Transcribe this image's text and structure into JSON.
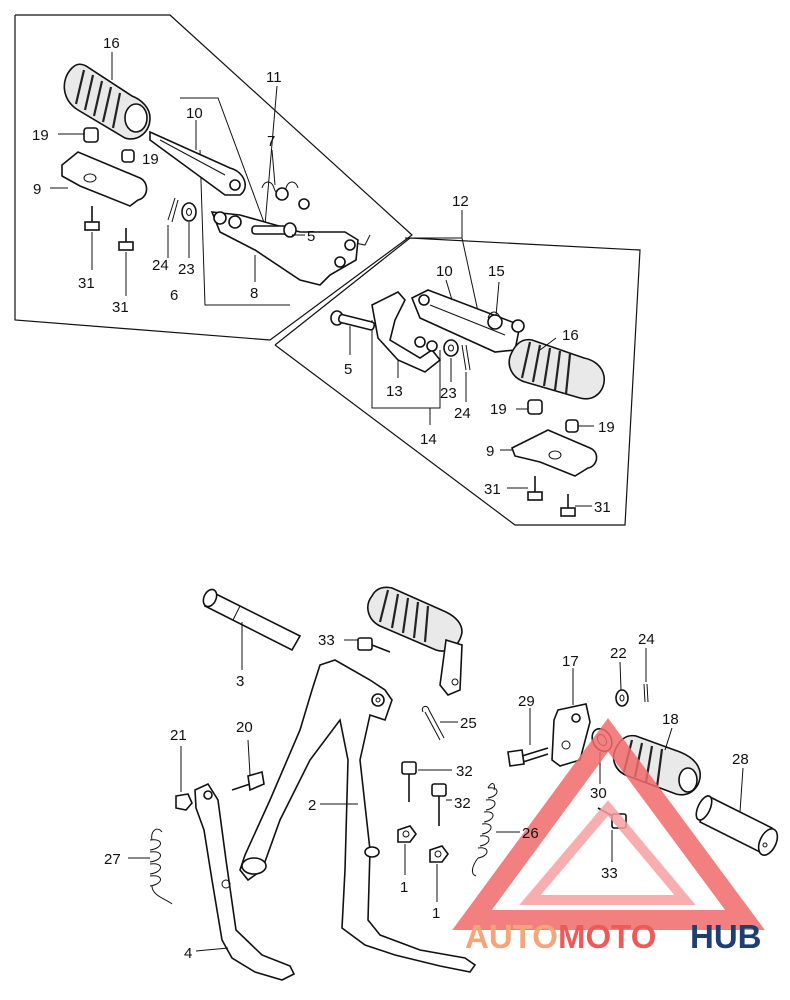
{
  "callouts": [
    {
      "id": "c16a",
      "text": "16"
    },
    {
      "id": "c11",
      "text": "11"
    },
    {
      "id": "c10a",
      "text": "10"
    },
    {
      "id": "c19a",
      "text": "19"
    },
    {
      "id": "c19b",
      "text": "19"
    },
    {
      "id": "c7",
      "text": "7"
    },
    {
      "id": "c9a",
      "text": "9"
    },
    {
      "id": "c5a",
      "text": "5"
    },
    {
      "id": "c24a",
      "text": "24"
    },
    {
      "id": "c23a",
      "text": "23"
    },
    {
      "id": "c31a",
      "text": "31"
    },
    {
      "id": "c31b",
      "text": "31"
    },
    {
      "id": "c6",
      "text": "6"
    },
    {
      "id": "c8",
      "text": "8"
    },
    {
      "id": "c12",
      "text": "12"
    },
    {
      "id": "c10b",
      "text": "10"
    },
    {
      "id": "c15",
      "text": "15"
    },
    {
      "id": "c16b",
      "text": "16"
    },
    {
      "id": "c5b",
      "text": "5"
    },
    {
      "id": "c13",
      "text": "13"
    },
    {
      "id": "c23b",
      "text": "23"
    },
    {
      "id": "c24b",
      "text": "24"
    },
    {
      "id": "c14",
      "text": "14"
    },
    {
      "id": "c19c",
      "text": "19"
    },
    {
      "id": "c19d",
      "text": "19"
    },
    {
      "id": "c9b",
      "text": "9"
    },
    {
      "id": "c31c",
      "text": "31"
    },
    {
      "id": "c31d",
      "text": "31"
    },
    {
      "id": "c3",
      "text": "3"
    },
    {
      "id": "c33a",
      "text": "33"
    },
    {
      "id": "c25",
      "text": "25"
    },
    {
      "id": "c17",
      "text": "17"
    },
    {
      "id": "c22",
      "text": "22"
    },
    {
      "id": "c24c",
      "text": "24"
    },
    {
      "id": "c29",
      "text": "29"
    },
    {
      "id": "c18",
      "text": "18"
    },
    {
      "id": "c28",
      "text": "28"
    },
    {
      "id": "c21",
      "text": "21"
    },
    {
      "id": "c20",
      "text": "20"
    },
    {
      "id": "c32a",
      "text": "32"
    },
    {
      "id": "c32b",
      "text": "32"
    },
    {
      "id": "c2",
      "text": "2"
    },
    {
      "id": "c30",
      "text": "30"
    },
    {
      "id": "c26",
      "text": "26"
    },
    {
      "id": "c27",
      "text": "27"
    },
    {
      "id": "c1a",
      "text": "1"
    },
    {
      "id": "c1b",
      "text": "1"
    },
    {
      "id": "c33b",
      "text": "33"
    },
    {
      "id": "c4",
      "text": "4"
    }
  ],
  "watermark": {
    "part1": "AUTO",
    "part2": "MOTO",
    "part3": "HUB",
    "colors": {
      "auto": "#f4a57c",
      "moto": "#ef5a58",
      "hub": "#1f3f73",
      "triangle": "#f26b6b"
    }
  }
}
